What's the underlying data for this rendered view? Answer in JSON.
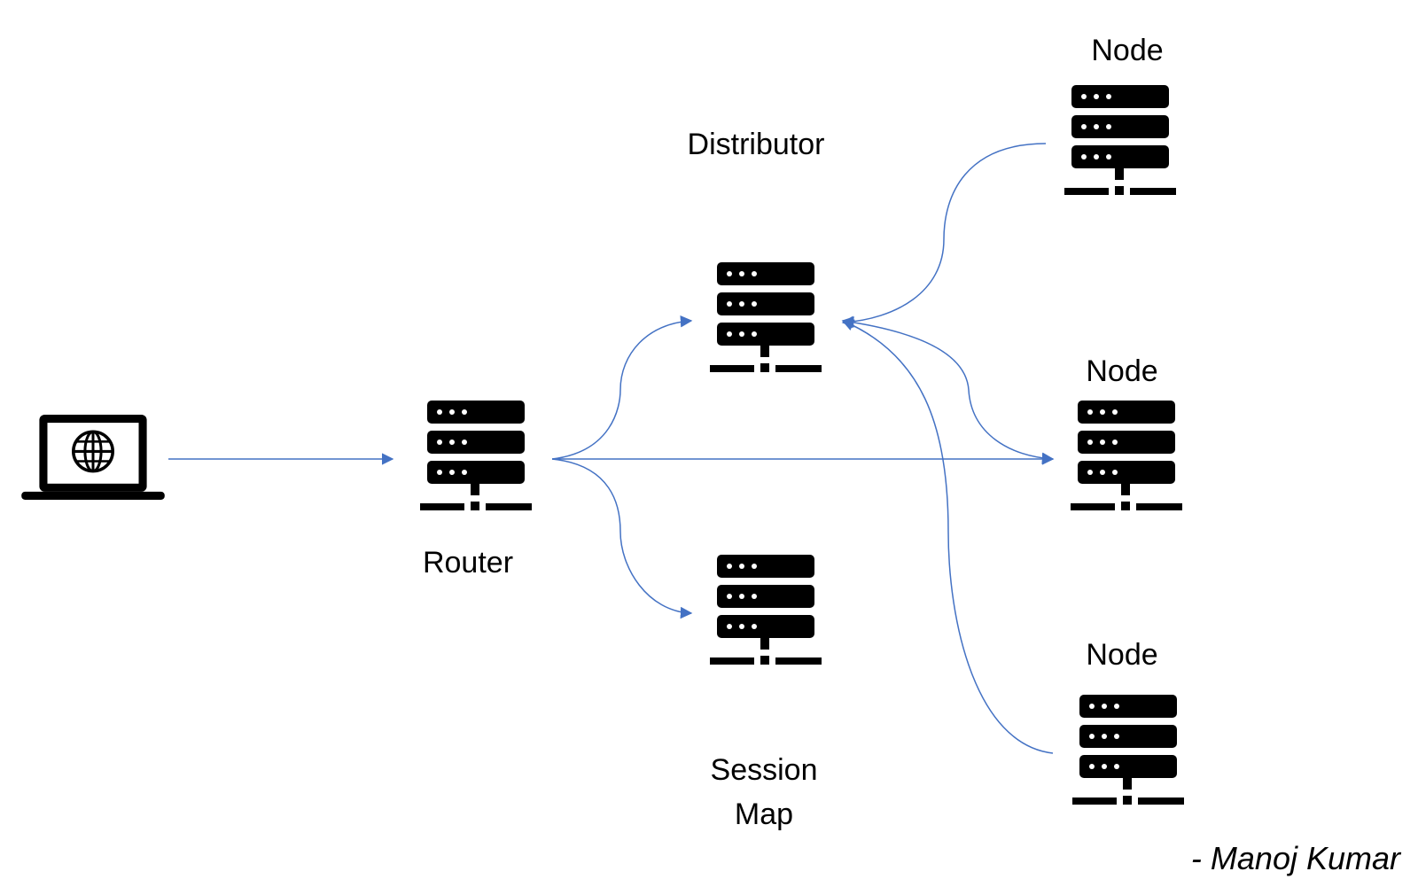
{
  "labels": {
    "router": "Router",
    "distributor": "Distributor",
    "session_map_line1": "Session",
    "session_map_line2": "Map",
    "node_top": "Node",
    "node_middle": "Node",
    "node_bottom": "Node",
    "author": "- Manoj Kumar"
  },
  "colors": {
    "icon": "#000000",
    "connector": "#4472C4",
    "background": "#ffffff"
  },
  "icons": {
    "client": "laptop-globe-icon",
    "server": "server-rack-icon"
  }
}
